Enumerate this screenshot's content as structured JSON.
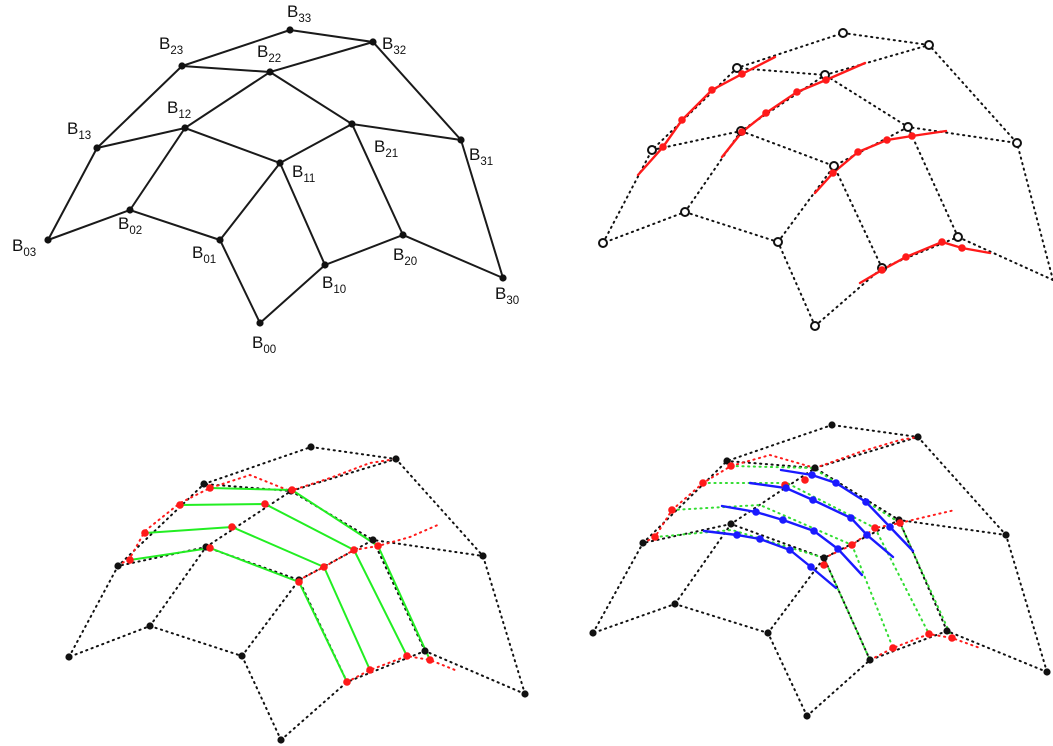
{
  "panel_1": {
    "labels": {
      "B00": {
        "base": "B",
        "sub": "00"
      },
      "B01": {
        "base": "B",
        "sub": "01"
      },
      "B02": {
        "base": "B",
        "sub": "02"
      },
      "B03": {
        "base": "B",
        "sub": "03"
      },
      "B10": {
        "base": "B",
        "sub": "10"
      },
      "B11": {
        "base": "B",
        "sub": "11"
      },
      "B12": {
        "base": "B",
        "sub": "12"
      },
      "B13": {
        "base": "B",
        "sub": "13"
      },
      "B20": {
        "base": "B",
        "sub": "20"
      },
      "B21": {
        "base": "B",
        "sub": "21"
      },
      "B22": {
        "base": "B",
        "sub": "22"
      },
      "B23": {
        "base": "B",
        "sub": "23"
      },
      "B30": {
        "base": "B",
        "sub": "30"
      },
      "B31": {
        "base": "B",
        "sub": "31"
      },
      "B32": {
        "base": "B",
        "sub": "32"
      },
      "B33": {
        "base": "B",
        "sub": "33"
      }
    }
  },
  "colors": {
    "net": "#111111",
    "curve_red": "#ff1a1a",
    "curve_blue": "#1a1aff",
    "segment_green": "#22ee22"
  }
}
